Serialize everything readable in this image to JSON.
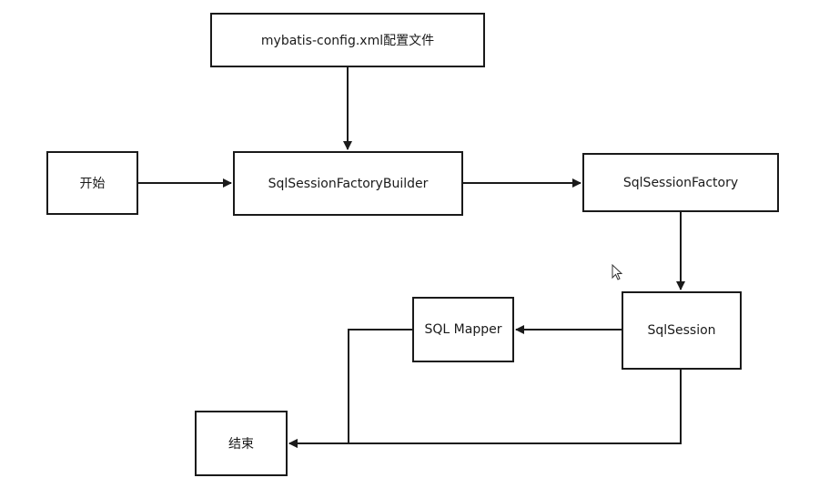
{
  "nodes": {
    "config": "mybatis-config.xml配置文件",
    "start": "开始",
    "builder": "SqlSessionFactoryBuilder",
    "factory": "SqlSessionFactory",
    "session": "SqlSession",
    "mapper": "SQL Mapper",
    "end": "结束"
  },
  "colors": {
    "stroke": "#1a1a1a",
    "background": "#ffffff"
  },
  "icons": {
    "pointer": "mouse-pointer-icon"
  }
}
